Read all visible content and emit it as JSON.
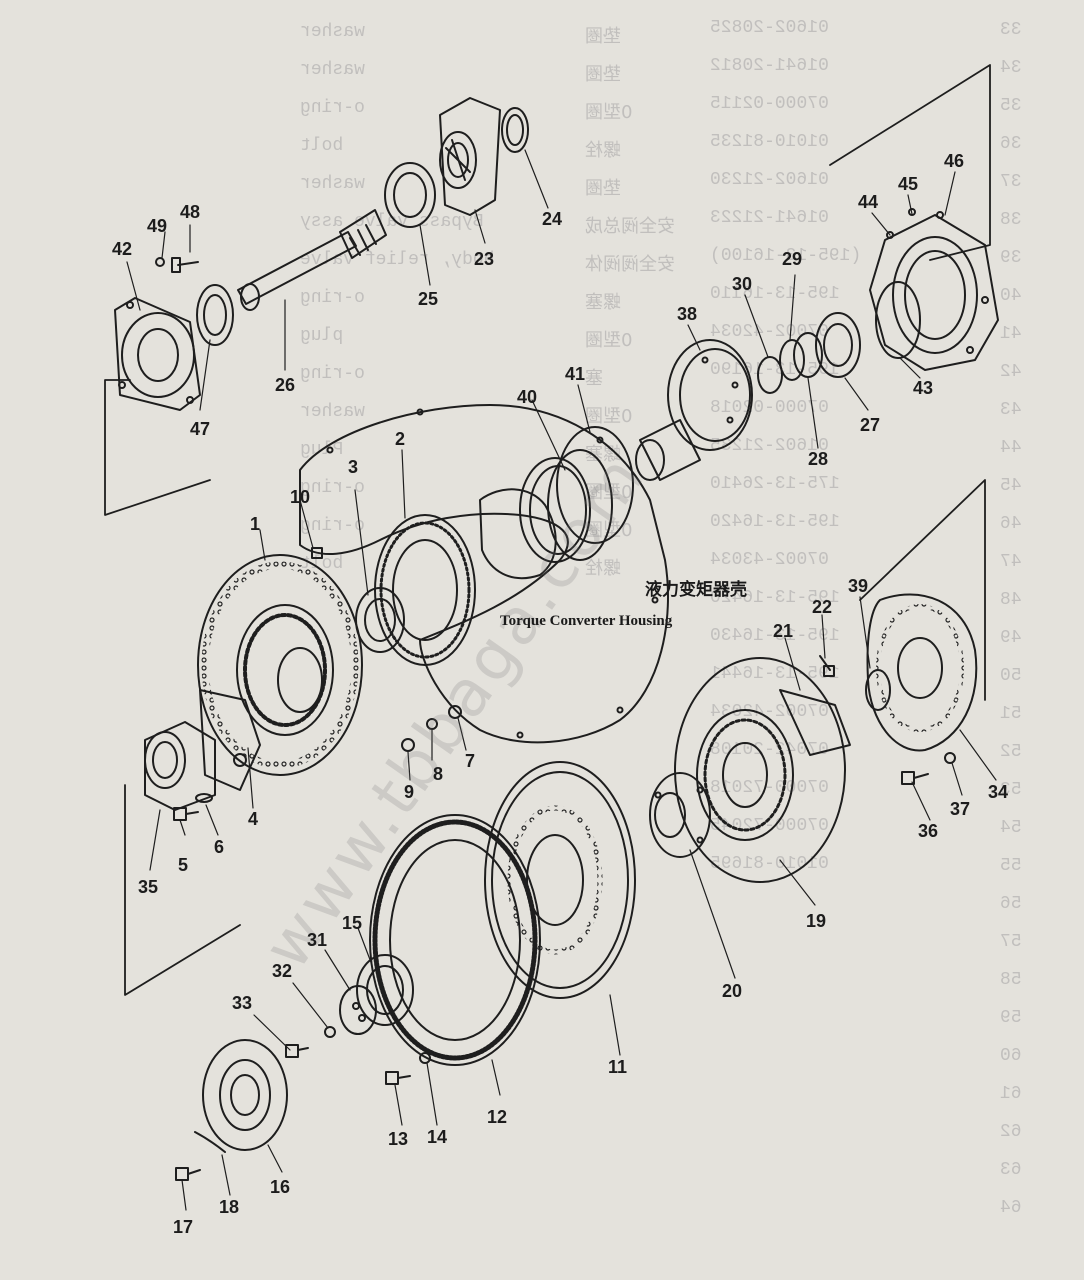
{
  "captions": {
    "housing_cn": "液力变矩器壳",
    "housing_en": "Torque Converter Housing"
  },
  "watermark": "www.tbbaga.com",
  "part_callouts": {
    "p1": "1",
    "p2": "2",
    "p3": "3",
    "p4": "4",
    "p5": "5",
    "p6": "6",
    "p7": "7",
    "p8": "8",
    "p9": "9",
    "p10": "10",
    "p11": "11",
    "p12": "12",
    "p13": "13",
    "p14": "14",
    "p15": "15",
    "p16": "16",
    "p17": "17",
    "p18": "18",
    "p19": "19",
    "p20": "20",
    "p21": "21",
    "p22": "22",
    "p23": "23",
    "p24": "24",
    "p25": "25",
    "p26": "26",
    "p27": "27",
    "p28": "28",
    "p29": "29",
    "p30": "30",
    "p31": "31",
    "p32": "32",
    "p33": "33",
    "p34": "34",
    "p35": "35",
    "p36": "36",
    "p37": "37",
    "p38": "38",
    "p39": "39",
    "p40": "40",
    "p41": "41",
    "p42": "42",
    "p43": "43",
    "p44": "44",
    "p45": "45",
    "p46": "46",
    "p47": "47",
    "p48": "48",
    "p49": "49"
  },
  "ghost_table": {
    "part_numbers": [
      "01602-20825",
      "01641-20812",
      "07000-02115",
      "01010-81235",
      "01602-21230",
      "01641-21223",
      "(195-13-16100)",
      "195-13-16110",
      "07002-42034",
      "195-13-16190",
      "07000-02018",
      "01602-21235",
      "175-13-26410",
      "195-13-16420",
      "07002-43034",
      "195-13-16420",
      "195-13-16430",
      "195-13-16441",
      "07002-42034",
      "07042-20108",
      "07000-72018",
      "07000-72045",
      "01010-81695"
    ],
    "names_en": [
      "washer",
      "washer",
      "o-ring",
      "bolt",
      "washer",
      "Bypass valve assy",
      "body, relief valve",
      "o-ring",
      "plug",
      "o-ring",
      "washer",
      "Plug",
      "o-ring",
      "o-ring",
      "bolt"
    ],
    "names_cn": [
      "垫圈",
      "垫圈",
      "0型圈",
      "螺栓",
      "垫圈",
      "安全阀总成",
      "安全阀阀体",
      "螺塞",
      "0型圈",
      "塞",
      "0型圈",
      "螺塞",
      "0型圈",
      "0型圈",
      "螺栓"
    ],
    "item_numbers": [
      "33",
      "34",
      "35",
      "36",
      "37",
      "38",
      "39",
      "40",
      "41",
      "42",
      "43",
      "44",
      "45",
      "46",
      "47",
      "48",
      "49",
      "50",
      "51",
      "52",
      "53",
      "54",
      "55",
      "56",
      "57",
      "58",
      "59",
      "60",
      "61",
      "62",
      "63",
      "64"
    ]
  }
}
